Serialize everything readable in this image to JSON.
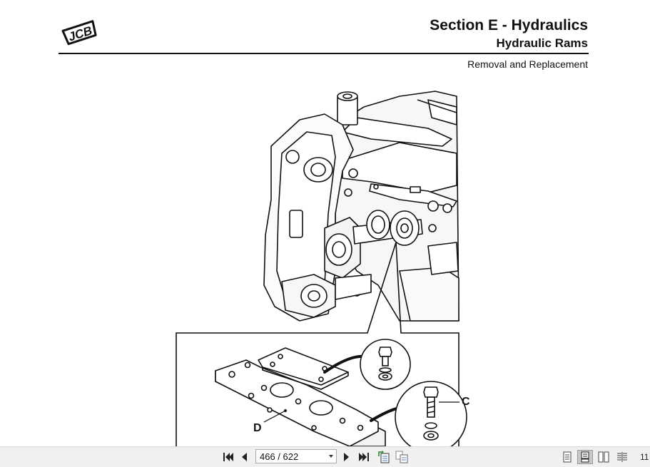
{
  "header": {
    "logo_text": "JCB",
    "section_title": "Section E - Hydraulics",
    "subsection_title": "Hydraulic Rams",
    "topic": "Removal and Replacement"
  },
  "figure": {
    "callouts": {
      "c": "C",
      "d": "D"
    }
  },
  "toolbar": {
    "page_indicator": "466 / 622",
    "zoom_level": "11"
  },
  "icons": {
    "first_page": "skip-back-icon",
    "prev_page": "triangle-left-icon",
    "next_page": "triangle-right-icon",
    "last_page": "skip-forward-icon",
    "rotate": "rotate-page-icon",
    "thumbnails": "thumbnails-icon",
    "single_page": "single-page-icon",
    "continuous": "continuous-page-icon",
    "two_page": "two-page-icon",
    "two_page_continuous": "two-page-continuous-icon"
  },
  "colors": {
    "toolbar_bg": "#f0f0f0",
    "text": "#111111"
  }
}
